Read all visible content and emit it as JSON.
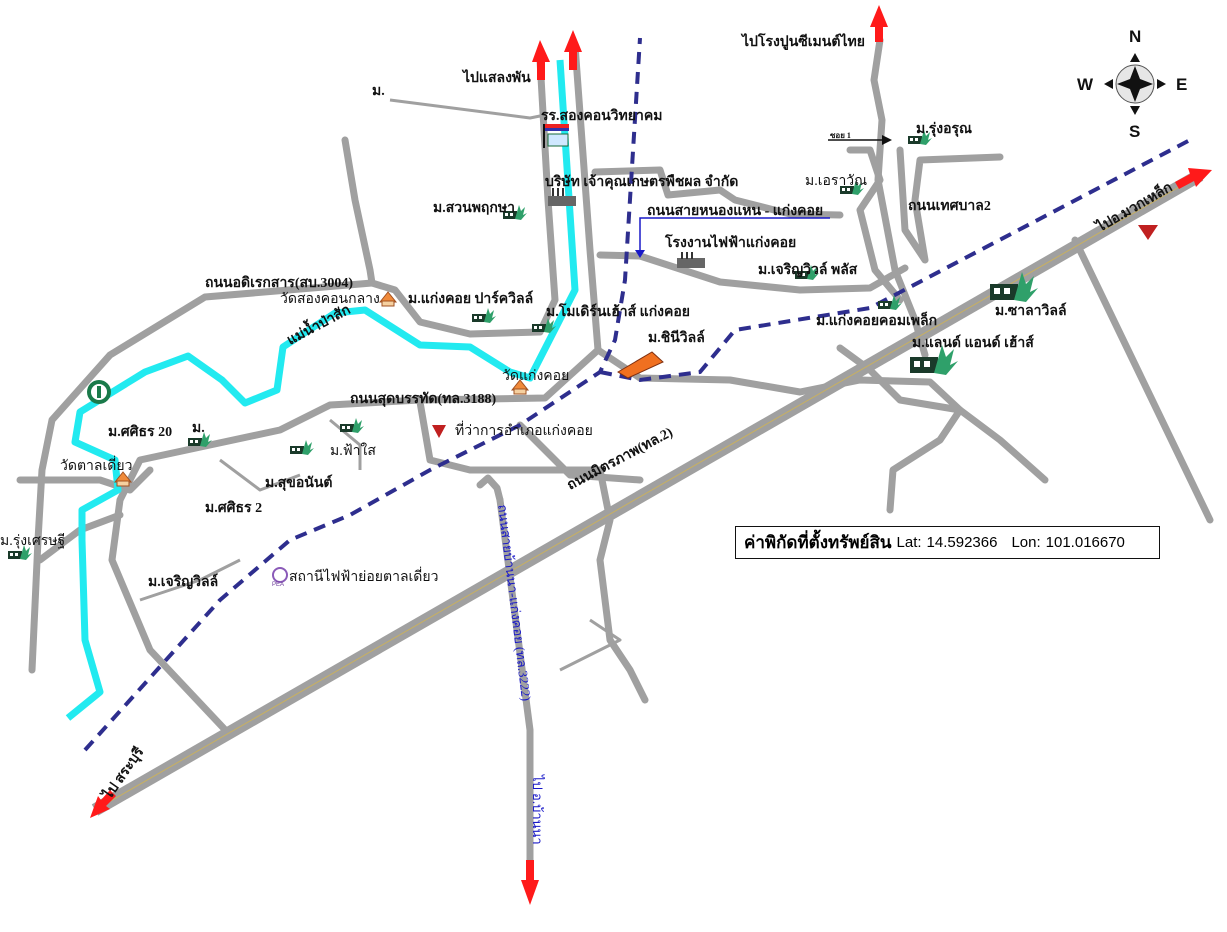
{
  "map": {
    "compass": {
      "n": "N",
      "e": "E",
      "s": "S",
      "w": "W"
    },
    "colors": {
      "road": "#a0a0a0",
      "river": "#22eaf0",
      "railway": "#2e2e8e",
      "arrow": "#ff1a1a",
      "route_label": "#1818c8"
    },
    "directions": {
      "to_salaengphan": "ไปแสลงพัน",
      "to_cement": "ไปโรงปูนซีเมนต์ไทย",
      "to_muak_lek": "ไปอ.มวกเหล็ก",
      "to_saraburi": "ไป สระบุรี",
      "to_ban_na": "ไป อ.บ้านนา"
    },
    "roads": {
      "adiraksan": "ถนนอดิเรกสาร(สบ.3004)",
      "sudbanthat": "ถนนสุดบรรทัด(ทล.3188)",
      "mittraphap": "ถนนมิตรภาพ(ทล.2)",
      "nongkhae": "ถนนสายหนองแหน - แก่งคอย",
      "thesaban2": "ถนนเทศบาล2",
      "banna": "ถนนสายบ้านนา-แก่งคอย (ทล.3222)",
      "soi1": "ซอย 1",
      "river": "แม่น้ำป่าสัก"
    },
    "places": {
      "m_top": "ม.",
      "school": "รร.สองคอนวิทยาคม",
      "company": "บริษัท เจ้าคุณเกษตรพืชผล จำกัด",
      "suanphruksa": "ม.สวนพฤกษา",
      "power_plant": "โรงงานไฟฟ้าแก่งคอย",
      "charoen_plus": "ม.เจริญวิวล์ พลัส",
      "rungarun": "ม.รุ่งอรุณ",
      "erawan": "ม.เอราวัณ",
      "salaville": "ม.ซาลาวิลล์",
      "kk_complex": "ม.แก่งคอยคอมเพล็ก",
      "land_house": "ม.แลนด์ แอนด์ เฮ้าส์",
      "wat_songkhon": "วัดสองคอนกลาง",
      "parkville": "ม.แก่งคอย ปาร์ควิลล์",
      "modern_house": "ม.โมเดิร์นเฮ้าส์ แก่งคอย",
      "chiniville": "ม.ชินีวิลล์",
      "wat_kaengkhoi": "วัดแก่งคอย",
      "district_office": "ที่ว่าการอำเภอแก่งคอย",
      "sasithorn20": "ม.ศศิธร 20",
      "m_small": "ม.",
      "wat_tandiao": "วัดตาลเดี่ยว",
      "fasai": "ม.ฟ้าใส",
      "sukanan": "ม.สุขอนันต์",
      "sasithorn2": "ม.ศศิธร 2",
      "rungsetthi": "ม.รุ่งเศรษฐี",
      "charoenville": "ม.เจริญวิลล์",
      "substation": "สถานีไฟฟ้าย่อยตาลเดี่ยว",
      "pea_logo": "PEA"
    },
    "coordinates": {
      "label": "ค่าพิกัดที่ตั้งทรัพย์สิน",
      "lat_label": "Lat:",
      "lat": "14.592366",
      "lon_label": "Lon:",
      "lon": "101.016670"
    }
  }
}
